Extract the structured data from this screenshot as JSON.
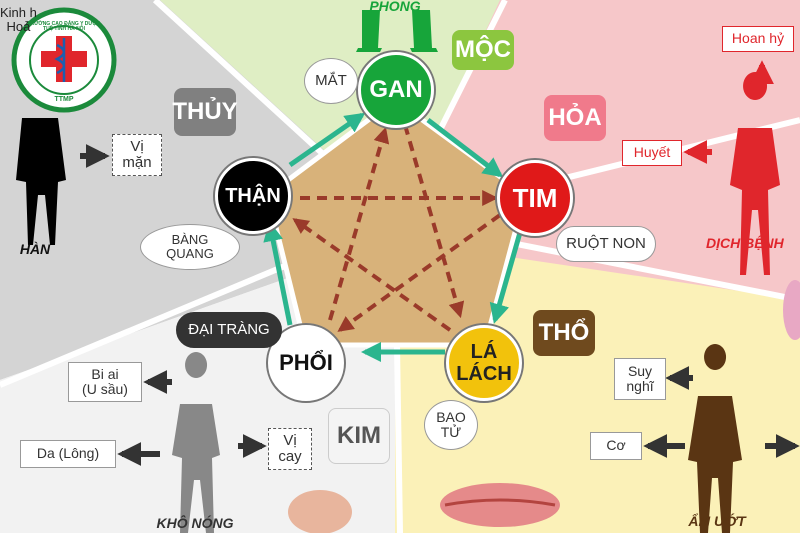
{
  "logo": {
    "text_top": "TRƯỜNG CAO ĐẲNG Y DƯỢC TUỆ TĨNH HÀ NỘI",
    "text_bottom": "TTMP"
  },
  "corner_text": "Kinh h\nHoả",
  "organs": {
    "gan": "GAN",
    "tim": "TIM",
    "la_lach": "LÁ\nLÁCH",
    "phoi": "PHỔI",
    "than": "THẬN"
  },
  "elements": {
    "moc": "MỘC",
    "hoa": "HỎA",
    "tho": "THỔ",
    "kim": "KIM",
    "thuy": "THỦY"
  },
  "paired": {
    "mat": "MẮT",
    "ruot_non": "RUỘT NON",
    "bao_tu": "BAO\nTỬ",
    "dai_trang": "ĐẠI TRÀNG",
    "bang_quang": "BÀNG\nQUANG"
  },
  "climates": {
    "phong": "PHONG",
    "dich_benh": "DỊCH BỆNH",
    "am_uot": "ẨM ƯỚT",
    "kho_nong": "KHÔ NÓNG",
    "han": "HÀN"
  },
  "labels": {
    "hoan_hy": "Hoan hỷ",
    "huyet": "Huyết",
    "suy_nghi": "Suy\nnghĩ",
    "co": "Cơ",
    "bi_ai": "Bi ai\n(U sầu)",
    "da_long": "Da (Lông)",
    "vi_cay": "Vị\ncay",
    "vi_man": "Vị\nmặn"
  },
  "colors": {
    "wood_bg": "#dfeec4",
    "fire_bg": "#f6c7c9",
    "earth_bg": "#fbf1b8",
    "metal_bg": "#f2f2f2",
    "water_bg": "#d4d4d4",
    "pentagon": "#d8b27a",
    "generating_arrow": "#2bb58e",
    "controlling_arrow": "#9a3a2a",
    "gan": "#17a53a",
    "tim": "#e01919",
    "la_lach": "#f2c20c",
    "phoi": "#ffffff",
    "than": "#000000",
    "moc": "#8cc63f",
    "hoa": "#f07a8b",
    "tho": "#6f4a1e",
    "kim": "#f4f4f4",
    "thuy": "#808080"
  }
}
